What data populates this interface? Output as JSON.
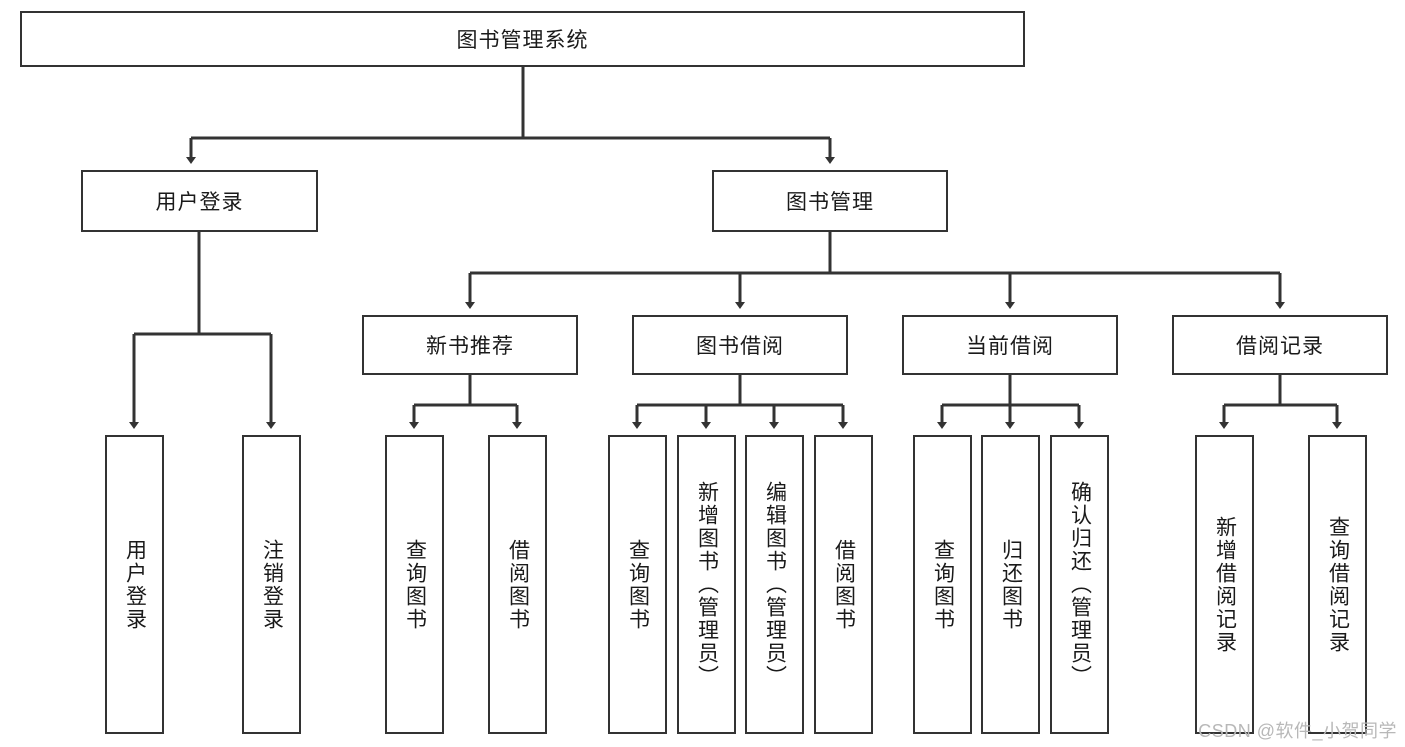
{
  "diagram": {
    "type": "tree",
    "title": "图书管理系统",
    "watermark": "CSDN @软件_小贺同学",
    "colors": {
      "box_border": "#333333",
      "box_fill": "#ffffff",
      "link": "#333333",
      "text": "#1a1a1a",
      "watermark": "#b8b8b8"
    },
    "levels": {
      "root": {
        "label": "图书管理系统"
      },
      "level2": [
        {
          "label": "用户登录"
        },
        {
          "label": "图书管理"
        }
      ],
      "level3": [
        {
          "label": "新书推荐"
        },
        {
          "label": "图书借阅"
        },
        {
          "label": "当前借阅"
        },
        {
          "label": "借阅记录"
        }
      ],
      "leaves": [
        {
          "label": "用户登录",
          "parent": "用户登录"
        },
        {
          "label": "注销登录",
          "parent": "用户登录"
        },
        {
          "label": "查询图书",
          "parent": "新书推荐"
        },
        {
          "label": "借阅图书",
          "parent": "新书推荐"
        },
        {
          "label": "查询图书",
          "parent": "图书借阅"
        },
        {
          "label": "新增图书（管理员）",
          "parent": "图书借阅"
        },
        {
          "label": "编辑图书（管理员）",
          "parent": "图书借阅"
        },
        {
          "label": "借阅图书",
          "parent": "图书借阅"
        },
        {
          "label": "查询图书",
          "parent": "当前借阅"
        },
        {
          "label": "归还图书",
          "parent": "当前借阅"
        },
        {
          "label": "确认归还（管理员）",
          "parent": "当前借阅"
        },
        {
          "label": "新增借阅记录",
          "parent": "借阅记录"
        },
        {
          "label": "查询借阅记录",
          "parent": "借阅记录"
        }
      ]
    }
  }
}
